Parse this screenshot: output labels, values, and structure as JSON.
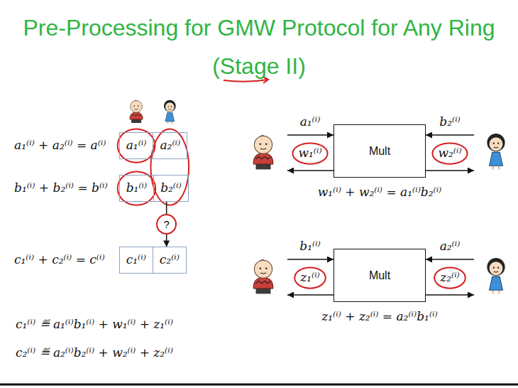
{
  "diagram": {
    "title": "Pre-Processing for GMW Protocol for Any Ring (Stage II)",
    "nodes": [
      {
        "text": [
          "a₁⁽ⁱ⁾",
          "a₂⁽ⁱ⁾"
        ]
      },
      {
        "text": [
          "b₁⁽ⁱ⁾",
          "b₂⁽ⁱ⁾"
        ]
      },
      {
        "text": [
          "?"
        ]
      },
      {
        "text": [
          "c₁⁽ⁱ⁾",
          "c₂⁽ⁱ⁾"
        ]
      },
      {
        "text": [
          "Mult"
        ]
      },
      {
        "text": [
          "Mult"
        ]
      }
    ],
    "edges": [
      {
        "from": 1,
        "to": 2,
        "arrow": "none"
      },
      {
        "from": 2,
        "to": 3,
        "arrow": "to"
      }
    ],
    "labels": [
      "a₁⁽ⁱ⁾ + a₂⁽ⁱ⁾ = a⁽ⁱ⁾",
      "b₁⁽ⁱ⁾ + b₂⁽ⁱ⁾ = b⁽ⁱ⁾",
      "c₁⁽ⁱ⁾ + c₂⁽ⁱ⁾ = c⁽ⁱ⁾",
      "c₁⁽ⁱ⁾ ≝ a₁⁽ⁱ⁾b₁⁽ⁱ⁾ + w₁⁽ⁱ⁾ + z₁⁽ⁱ⁾",
      "c₂⁽ⁱ⁾ ≝ a₂⁽ⁱ⁾b₂⁽ⁱ⁾ + w₂⁽ⁱ⁾ + z₂⁽ⁱ⁾",
      "a₁⁽ⁱ⁾",
      "w₁⁽ⁱ⁾",
      "b₂⁽ⁱ⁾",
      "w₂⁽ⁱ⁾",
      "w₁⁽ⁱ⁾ + w₂⁽ⁱ⁾ = a₁⁽ⁱ⁾b₂⁽ⁱ⁾",
      "b₁⁽ⁱ⁾",
      "z₁⁽ⁱ⁾",
      "a₂⁽ⁱ⁾",
      "z₂⁽ⁱ⁾",
      "z₁⁽ⁱ⁾ + z₂⁽ⁱ⁾ = a₂⁽ⁱ⁾b₁⁽ⁱ⁾"
    ]
  }
}
